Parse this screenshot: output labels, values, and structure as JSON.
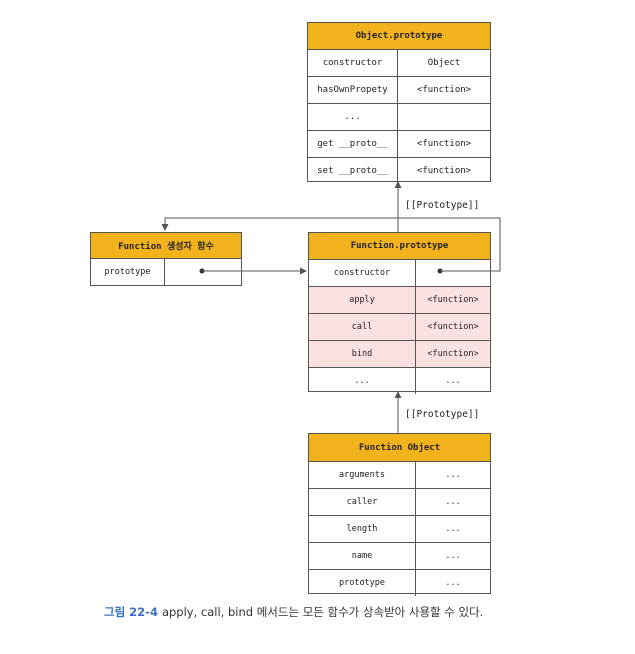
{
  "object_prototype": {
    "title": "Object.prototype",
    "rows": [
      {
        "key": "constructor",
        "value": "Object"
      },
      {
        "key": "hasOwnPropety",
        "value": "<function>"
      },
      {
        "key": "...",
        "value": ""
      },
      {
        "key": "get __proto__",
        "value": "<function>"
      },
      {
        "key": "set __proto__",
        "value": "<function>"
      }
    ]
  },
  "function_ctor": {
    "title": "Function 생성자 함수",
    "rows": [
      {
        "key": "prototype",
        "value": ""
      }
    ]
  },
  "function_prototype": {
    "title": "Function.prototype",
    "rows": [
      {
        "key": "constructor",
        "value": ""
      },
      {
        "key": "apply",
        "value": "<function>"
      },
      {
        "key": "call",
        "value": "<function>"
      },
      {
        "key": "bind",
        "value": "<function>"
      },
      {
        "key": "...",
        "value": "..."
      }
    ]
  },
  "function_object": {
    "title": "Function Object",
    "rows": [
      {
        "key": "arguments",
        "value": "..."
      },
      {
        "key": "caller",
        "value": "..."
      },
      {
        "key": "length",
        "value": "..."
      },
      {
        "key": "name",
        "value": "..."
      },
      {
        "key": "prototype",
        "value": "..."
      }
    ]
  },
  "labels": {
    "proto_link_1": "[[Prototype]]",
    "proto_link_2": "[[Prototype]]"
  },
  "caption": {
    "figure": "그림 22-4",
    "text": "apply, call, bind 메서드는 모든 함수가 상속받아 사용할 수 있다."
  },
  "colors": {
    "header": "#f2b21b",
    "highlight_row": "#fbe1e2",
    "caption_figure": "#3a6fc4"
  }
}
